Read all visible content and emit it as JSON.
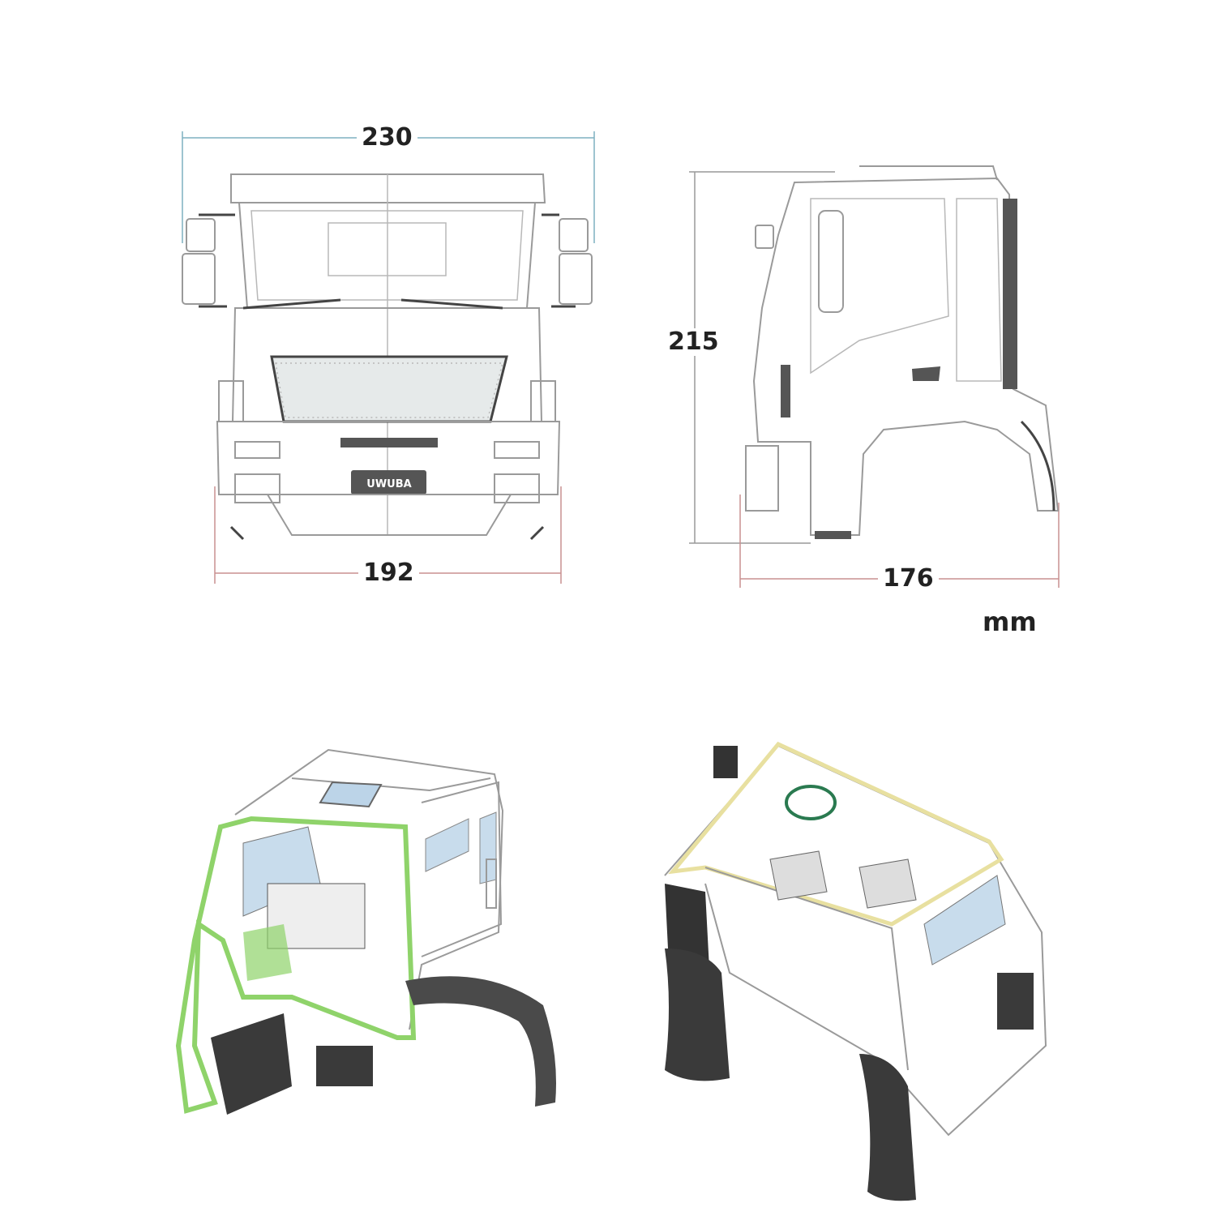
{
  "front_view": {
    "width_top": "230",
    "width_bottom": "192",
    "logo_text": "UWUBA"
  },
  "side_view": {
    "height": "215",
    "length": "176"
  },
  "unit": "mm",
  "colors": {
    "line": "#9a9a9a",
    "dimension_line": "#7fb0c0",
    "dimension_line_bottom": "#c89090",
    "section_cut_green": "#8fd36a",
    "section_cut_yellow": "#e8e0a0",
    "dark_parts": "#3a3a3a"
  }
}
